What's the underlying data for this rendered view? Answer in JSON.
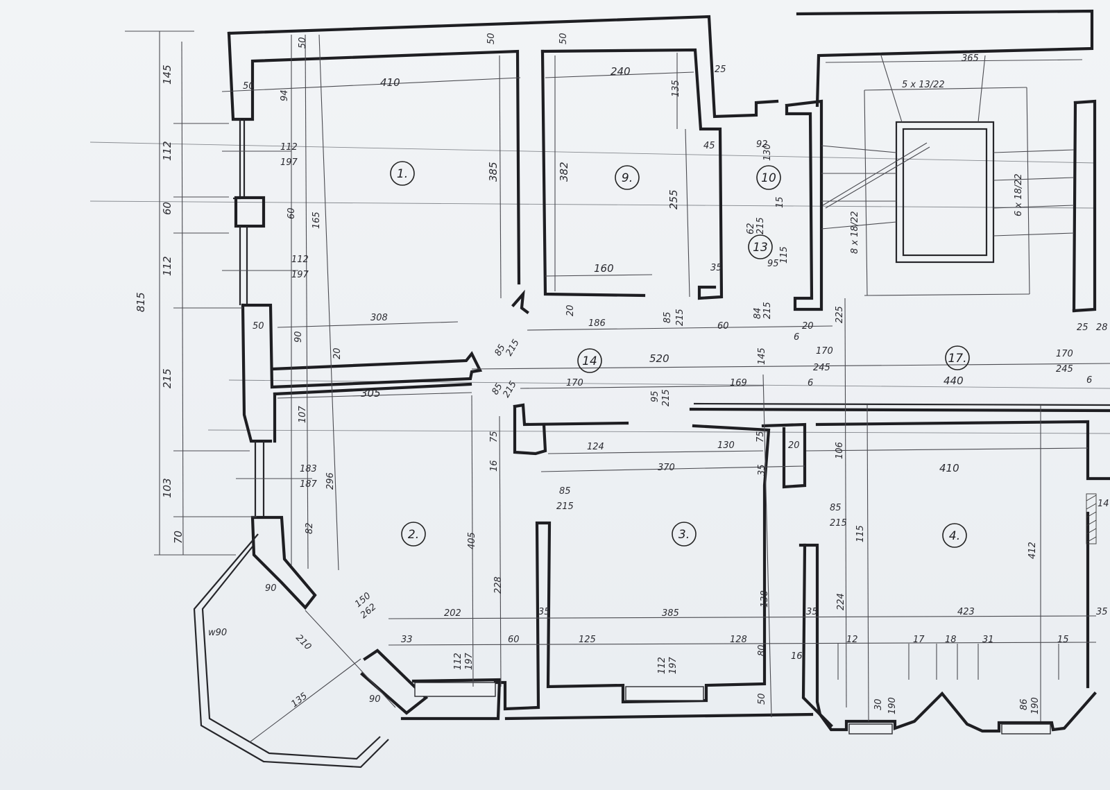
{
  "rooms": [
    {
      "id": "r1",
      "label": "1."
    },
    {
      "id": "r2",
      "label": "2."
    },
    {
      "id": "r3",
      "label": "3."
    },
    {
      "id": "r4",
      "label": "4."
    },
    {
      "id": "r9",
      "label": "9."
    },
    {
      "id": "r10",
      "label": "10"
    },
    {
      "id": "r13",
      "label": "13"
    },
    {
      "id": "r14",
      "label": "14"
    },
    {
      "id": "r17",
      "label": "17."
    }
  ],
  "dimensions": {
    "d815": "815",
    "d145": "145",
    "d112a": "112",
    "d60a": "60",
    "d112b": "112",
    "d215a": "215",
    "d103": "103",
    "d70": "70",
    "d50top1": "50",
    "d50top2": "50",
    "d50top3": "50",
    "d50left": "50",
    "d50mid": "50",
    "d94": "94",
    "d112c": "112",
    "d197a": "197",
    "d60b": "60",
    "d165": "165",
    "d112d": "112",
    "d197b": "197",
    "d90": "90",
    "d20": "20",
    "d410top": "410",
    "d385": "385",
    "d240": "240",
    "d135": "135",
    "d25a": "25",
    "d382": "382",
    "d255": "255",
    "d45": "45",
    "d92": "92",
    "d130top": "130",
    "d62": "62",
    "d215b": "215",
    "d15": "15",
    "d115": "115",
    "d95": "95",
    "d160": "160",
    "d35a": "35",
    "d308": "308",
    "d186": "186",
    "d20b": "20",
    "d85a": "85",
    "d215c": "215",
    "d85b": "85",
    "d215d": "215",
    "d60c": "60",
    "d84": "84",
    "d215e": "215",
    "d145b": "145",
    "d225": "225",
    "d20c": "20",
    "d6a": "6",
    "d170a": "170",
    "d245a": "245",
    "d6b": "6",
    "d520": "520",
    "d305": "305",
    "d85c": "85",
    "d215f": "215",
    "d170b": "170",
    "d95b": "95",
    "d215g": "215",
    "d169": "169",
    "d440": "440",
    "d107": "107",
    "d183": "183",
    "d187": "187",
    "d296": "296",
    "d82": "82",
    "d75": "75",
    "d16": "16",
    "d124": "124",
    "d130": "130",
    "d370": "370",
    "d75b": "75",
    "d20d": "20",
    "d106": "106",
    "d35b": "35",
    "d410b": "410",
    "d85d": "85",
    "d215h": "215",
    "d85e": "85",
    "d215i": "215",
    "d115b": "115",
    "d405": "405",
    "d228": "228",
    "d138": "138",
    "d224": "224",
    "d412": "412",
    "d202": "202",
    "d385b": "385",
    "d35c": "35",
    "d35d": "35",
    "d423": "423",
    "d35e": "35",
    "d33": "33",
    "d60d": "60",
    "d125": "125",
    "d112e": "112",
    "d197c": "197",
    "d128": "128",
    "d80a": "80",
    "d16b": "16",
    "d12a": "12",
    "d17": "17",
    "d18": "18",
    "d31": "31",
    "d15b": "15",
    "d150": "150",
    "d262": "262",
    "d90b": "90",
    "d90c": "90",
    "d210": "210",
    "d135b": "135",
    "d112f": "112",
    "d197d": "197",
    "d50bot": "50",
    "d30": "30",
    "d190a": "190",
    "d86": "86",
    "d190b": "190",
    "d365": "365",
    "d5x": "5 x 13/22",
    "d6x": "6 x 18/22",
    "d8x": "8 x 18/22",
    "d25b": "25",
    "d28": "28",
    "d170c": "170",
    "d245b": "245",
    "d6c": "6",
    "d14": "14",
    "dw90": "w90"
  }
}
